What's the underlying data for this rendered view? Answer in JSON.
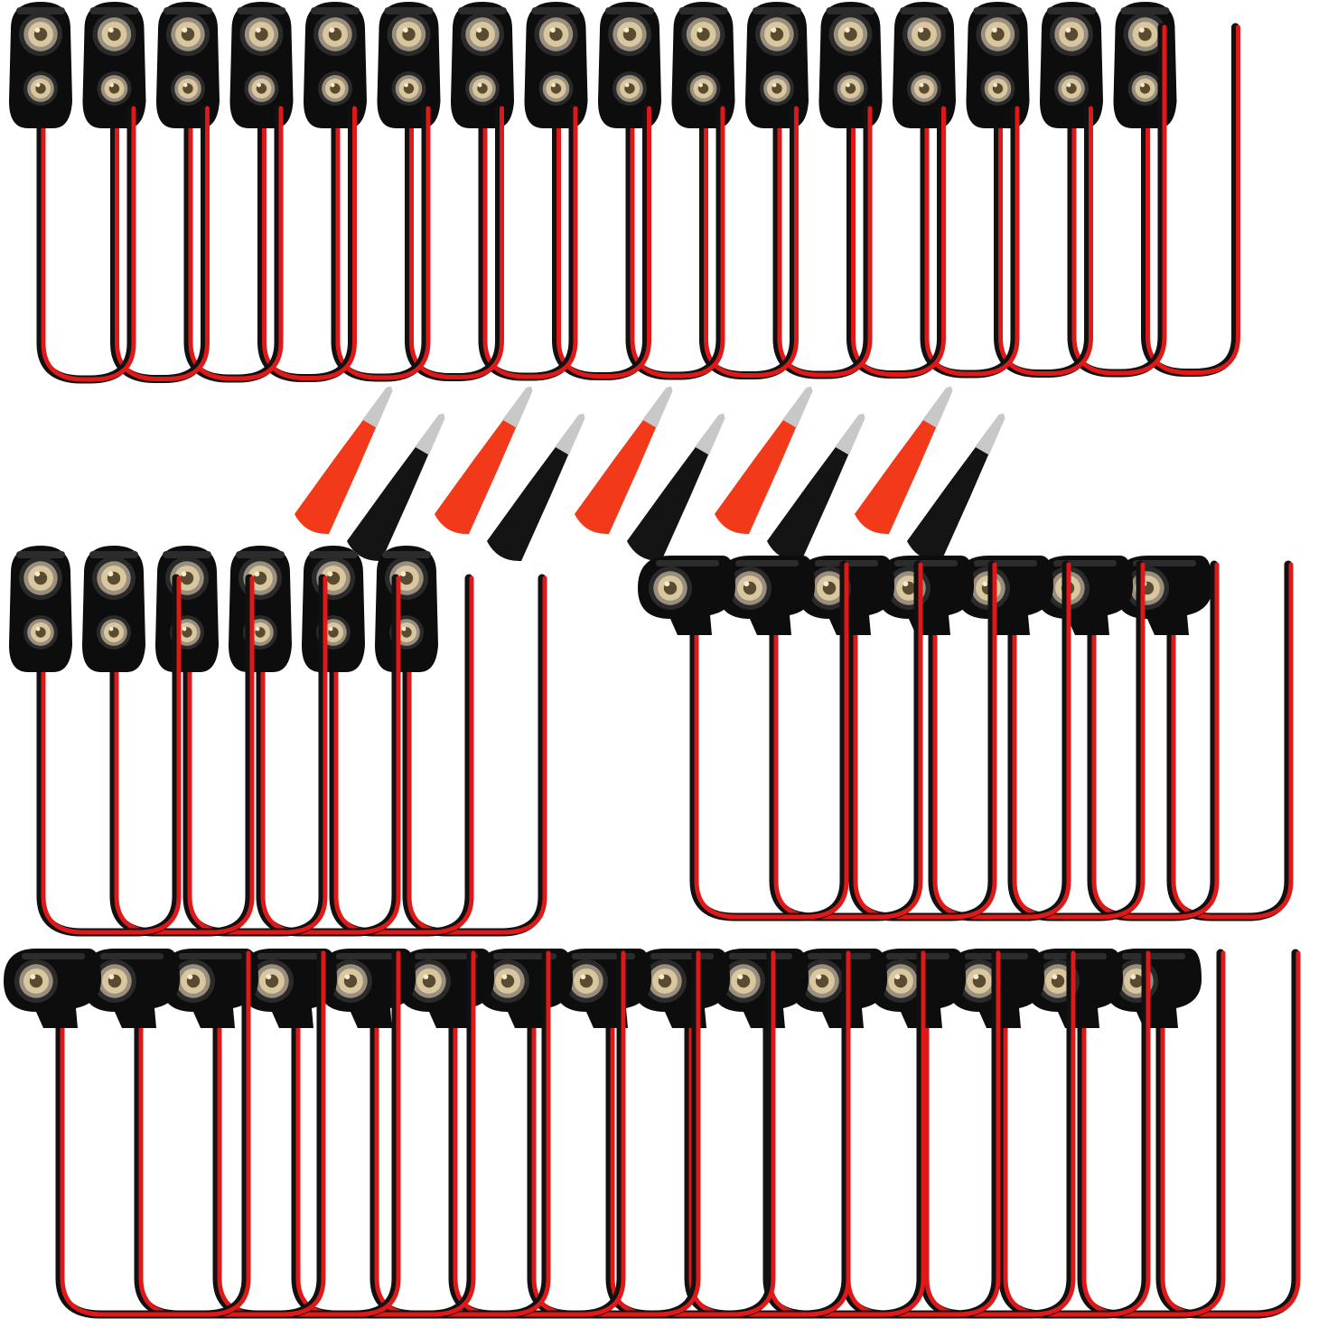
{
  "image": {
    "background": "#ffffff",
    "colors": {
      "connector_body": "#0d0d0d",
      "connector_highlight": "#2c2c2c",
      "snap_ring": "#9a8f7e",
      "snap_inner": "#d9c7a0",
      "wire_red": "#e01818",
      "wire_black": "#111111",
      "clip_red": "#f23a1a",
      "clip_black": "#141414",
      "clip_metal": "#c8c8c8"
    }
  },
  "groups": {
    "vertical_top": {
      "name": "vertical-connector",
      "count": 16
    },
    "alligator_clips": {
      "name": "alligator-clip-pair",
      "count": 5
    },
    "vertical_middle": {
      "name": "vertical-connector",
      "count": 6
    },
    "horizontal_middle": {
      "name": "horizontal-connector",
      "count": 7
    },
    "horizontal_bottom": {
      "name": "horizontal-connector",
      "count": 15
    }
  }
}
